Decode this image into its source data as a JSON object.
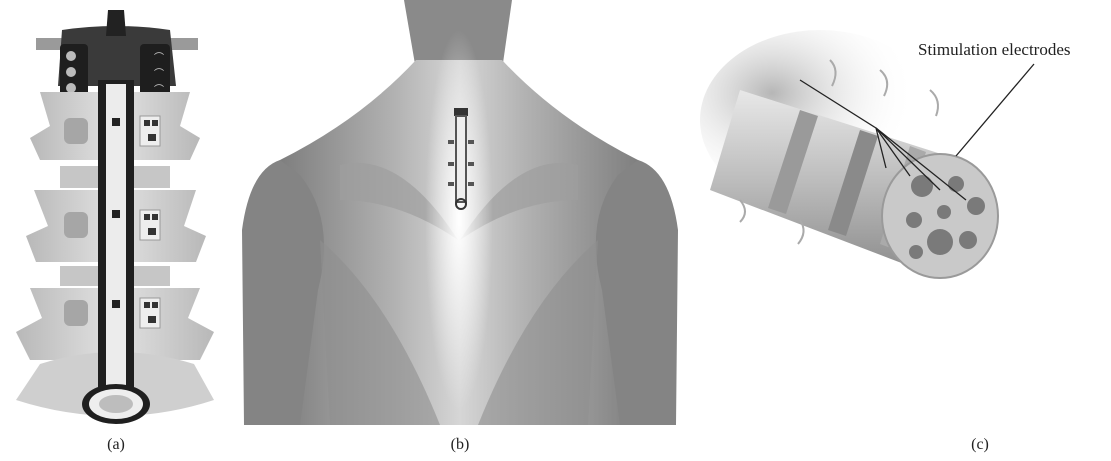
{
  "figure": {
    "panels": [
      {
        "caption": "(a)",
        "subject": "spinal-column-electrode-array"
      },
      {
        "caption": "(b)",
        "subject": "back-torso-implant-placement"
      },
      {
        "caption": "(c)",
        "subject": "cylindrical-multi-electrode-lead"
      }
    ],
    "callout_label": "Stimulation electrodes",
    "colors": {
      "background": "#ffffff",
      "vertebra": "#cfcfcf",
      "implant_dark": "#2b2b2b",
      "muscle": "#9a9a9a",
      "electrode_pad": "#7a7a7a"
    }
  }
}
